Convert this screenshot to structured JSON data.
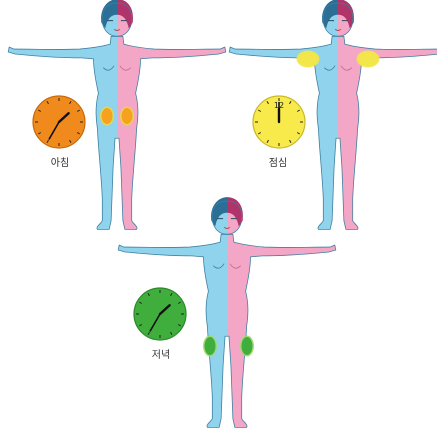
{
  "panels": [
    {
      "id": "morning",
      "label": "아침",
      "clock_color": "#f08a1c",
      "clock_ring": "#c66a0a",
      "clock_hour": 1,
      "clock_minute": 35,
      "show_12": false,
      "spot_color": "#f6a21e",
      "spot_ring": "#e8d84a",
      "spot_region": "abdomen"
    },
    {
      "id": "noon",
      "label": "점심",
      "clock_color": "#f7ea4a",
      "clock_ring": "#c9b828",
      "clock_hour": 12,
      "clock_minute": 0,
      "show_12": true,
      "twelve_text": "12",
      "spot_color": "#f3e64a",
      "spot_ring": "#f3e64a",
      "spot_region": "upper-arm"
    },
    {
      "id": "evening",
      "label": "저녁",
      "clock_color": "#3fae3c",
      "clock_ring": "#2b8a2a",
      "clock_hour": 1,
      "clock_minute": 35,
      "show_12": false,
      "spot_color": "#3fae3c",
      "spot_ring": "#9fd86a",
      "spot_region": "thigh"
    }
  ],
  "colors": {
    "left_half": "#8fd3ec",
    "right_half": "#f3a6c6",
    "hair_left": "#2b6f96",
    "hair_right": "#b0336a",
    "outline": "#4a8fb0"
  }
}
